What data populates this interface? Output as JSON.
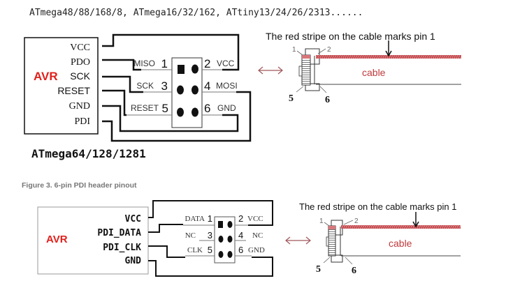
{
  "header": {
    "title": "ATmega48/88/168/8, ATmega16/32/162, ATtiny13/24/26/2313......"
  },
  "diagram1": {
    "chip_label": "AVR",
    "chip_pins": [
      "VCC",
      "PDO",
      "SCK",
      "RESET",
      "GND",
      "PDI"
    ],
    "header_pins": [
      {
        "num": "1",
        "name": "MISO"
      },
      {
        "num": "2",
        "name": "VCC"
      },
      {
        "num": "3",
        "name": "SCK"
      },
      {
        "num": "4",
        "name": "MOSI"
      },
      {
        "num": "5",
        "name": "RESET"
      },
      {
        "num": "6",
        "name": "GND"
      }
    ],
    "caption": "ATmega64/128/1281"
  },
  "figure_caption": "Figure 3. 6-pin PDI header pinout",
  "diagram2": {
    "chip_label": "AVR",
    "chip_pins": [
      "VCC",
      "PDI_DATA",
      "PDI_CLK",
      "GND"
    ],
    "header_pins": [
      {
        "num": "1",
        "name": "DATA"
      },
      {
        "num": "2",
        "name": "VCC"
      },
      {
        "num": "3",
        "name": "NC"
      },
      {
        "num": "4",
        "name": "NC"
      },
      {
        "num": "5",
        "name": "CLK"
      },
      {
        "num": "6",
        "name": "GND"
      }
    ]
  },
  "cable": {
    "note": "The red stripe on the cable marks pin 1",
    "label": "cable",
    "pin_labels": {
      "p1": "1",
      "p2": "2",
      "p5": "5",
      "p6": "6"
    }
  },
  "colors": {
    "accent_red": "#e0201c",
    "stripe_red": "#c8464a",
    "cable_label": "#c0393b",
    "arrow": "#a0575a",
    "caption_gray": "#777777"
  }
}
